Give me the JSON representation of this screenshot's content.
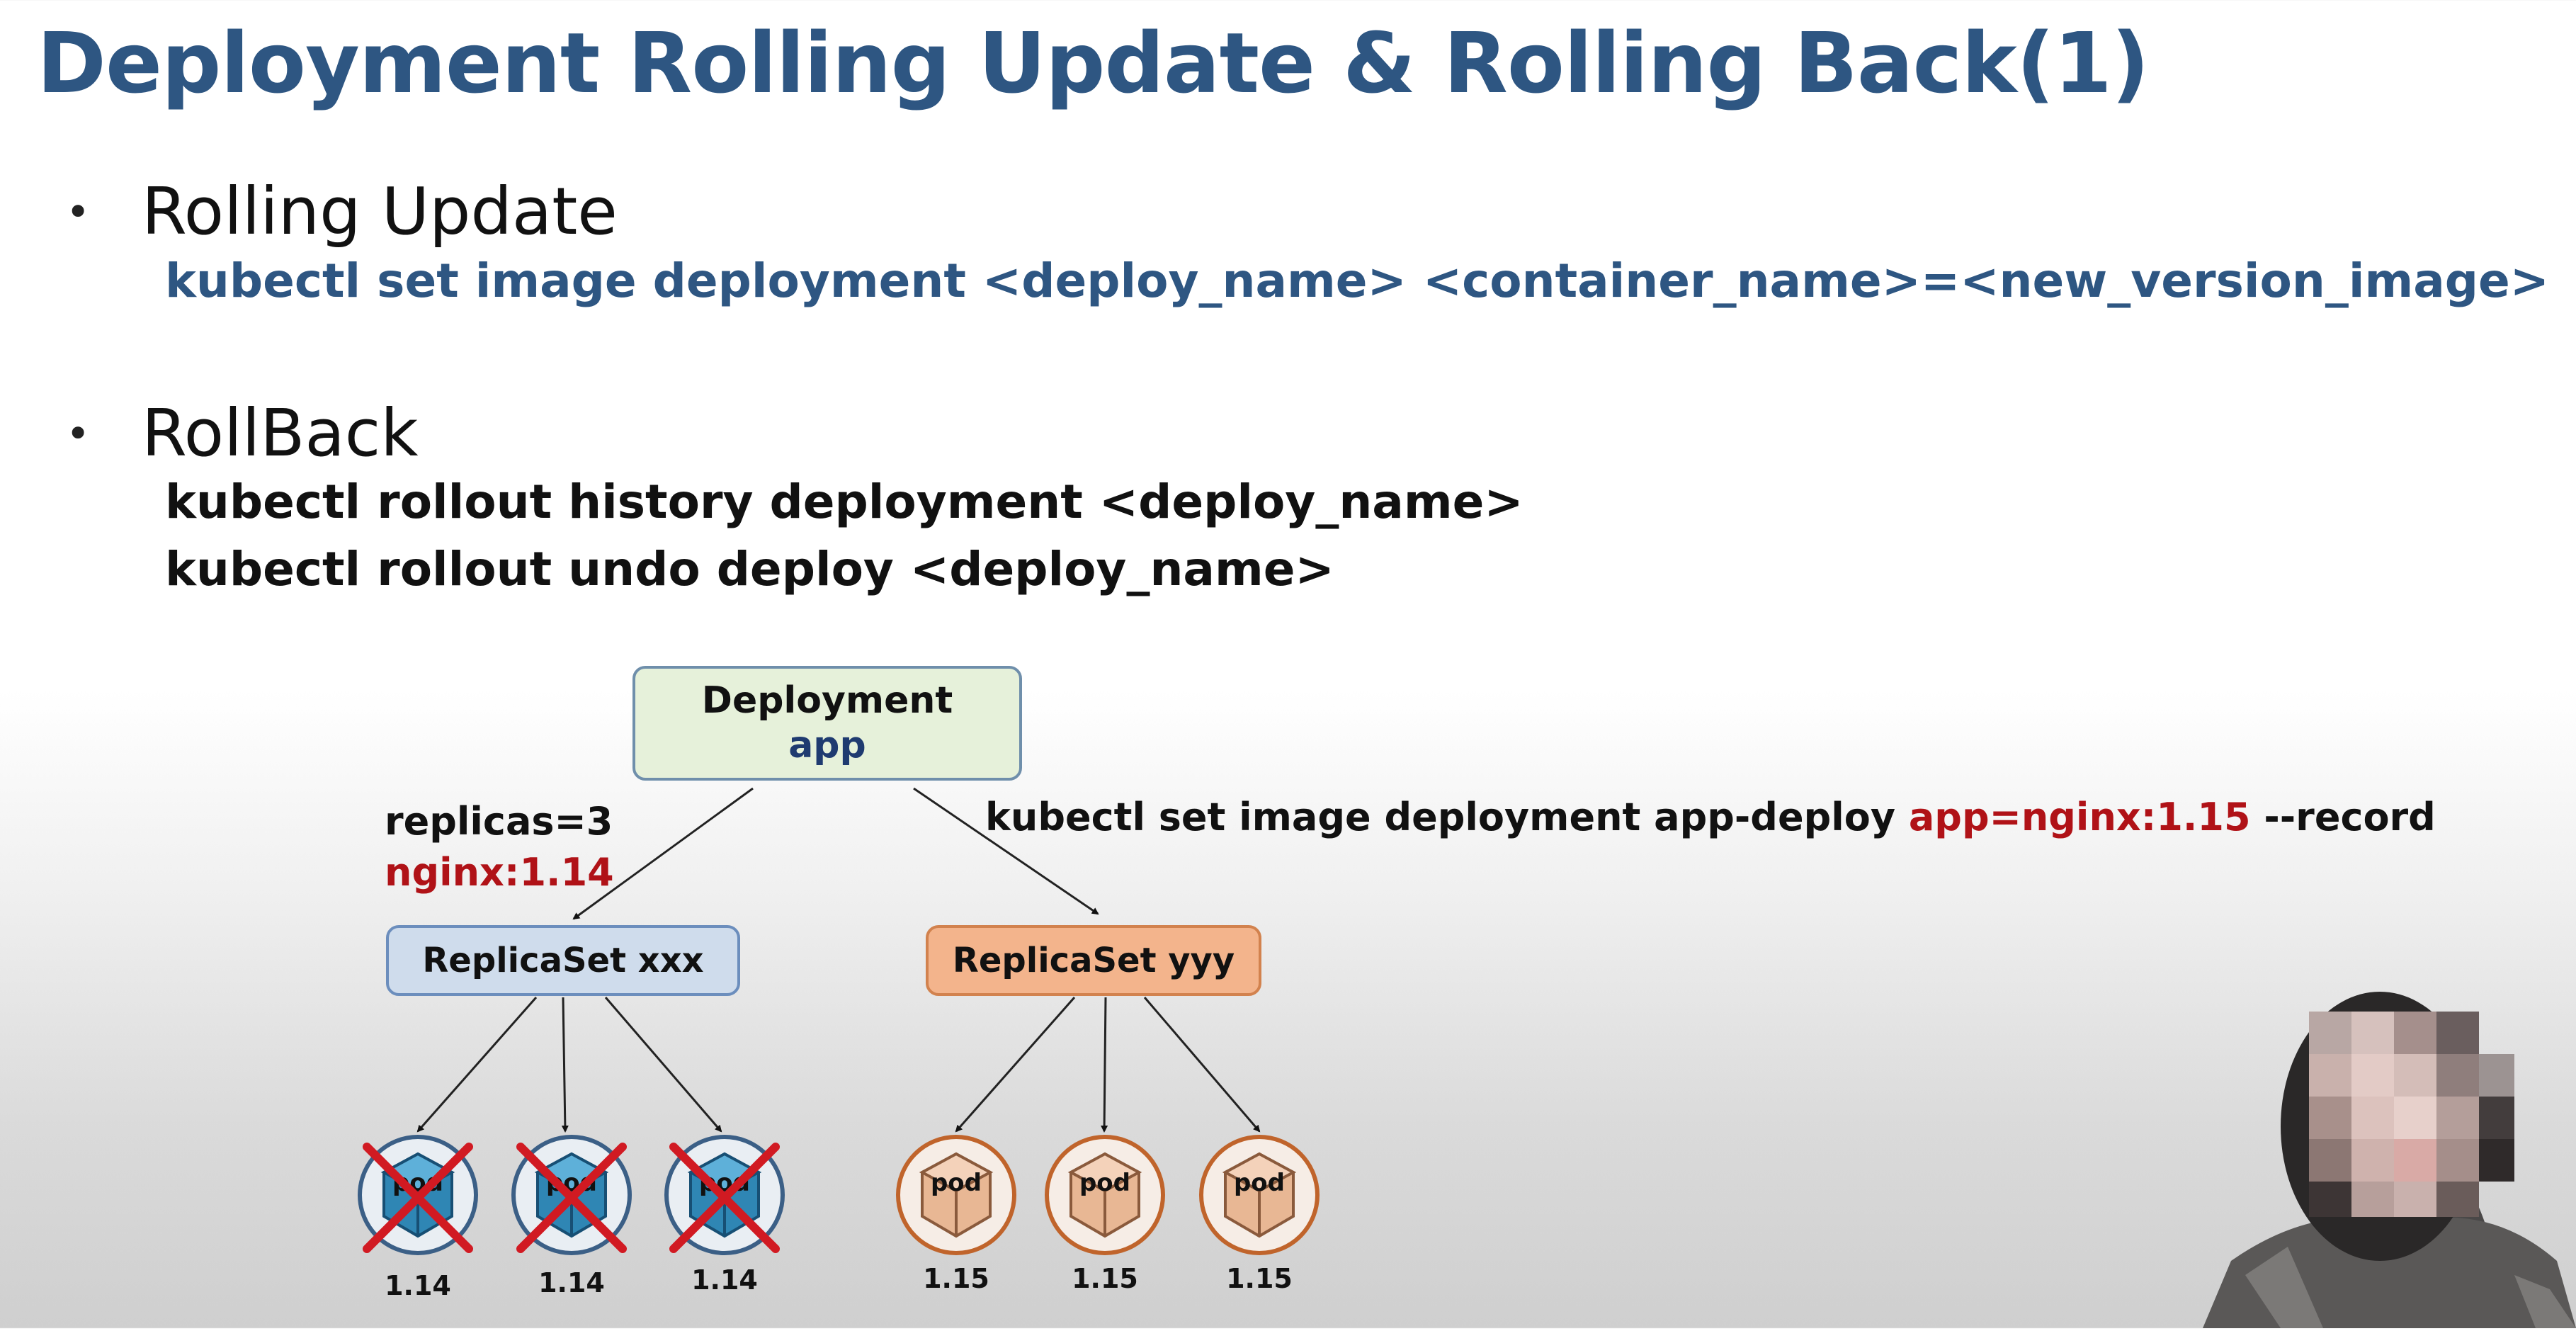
{
  "title": "Deployment Rolling Update & Rolling Back(1)",
  "sections": {
    "rolling_update": {
      "bullet": "•",
      "heading": "Rolling Update",
      "command": "kubectl set image deployment <deploy_name>  <container_name>=<new_version_image>"
    },
    "rollback": {
      "bullet": "•",
      "heading": "RollBack",
      "commands": [
        "kubectl rollout history deployment <deploy_name>",
        "kubectl rollout undo deploy <deploy_name>"
      ]
    }
  },
  "diagram": {
    "deployment": {
      "label": "Deployment",
      "name": "app"
    },
    "left_annotation": {
      "replicas": "replicas=3",
      "image": "nginx:1.14"
    },
    "right_annotation": {
      "command_prefix": "kubectl set image deployment app-deploy ",
      "command_highlight": "app=nginx:1.15",
      "command_suffix": " --record"
    },
    "replicaset_old": {
      "label": "ReplicaSet xxx",
      "pods": [
        {
          "label": "pod",
          "version": "1.14",
          "status": "terminated"
        },
        {
          "label": "pod",
          "version": "1.14",
          "status": "terminated"
        },
        {
          "label": "pod",
          "version": "1.14",
          "status": "terminated"
        }
      ]
    },
    "replicaset_new": {
      "label": "ReplicaSet yyy",
      "pods": [
        {
          "label": "pod",
          "version": "1.15",
          "status": "running"
        },
        {
          "label": "pod",
          "version": "1.15",
          "status": "running"
        },
        {
          "label": "pod",
          "version": "1.15",
          "status": "running"
        }
      ]
    }
  },
  "colors": {
    "title": "#2e5682",
    "highlight_red": "#b01217",
    "old_pod": "#2f86b4",
    "new_pod": "#e8b794",
    "cross": "#d11a22"
  }
}
